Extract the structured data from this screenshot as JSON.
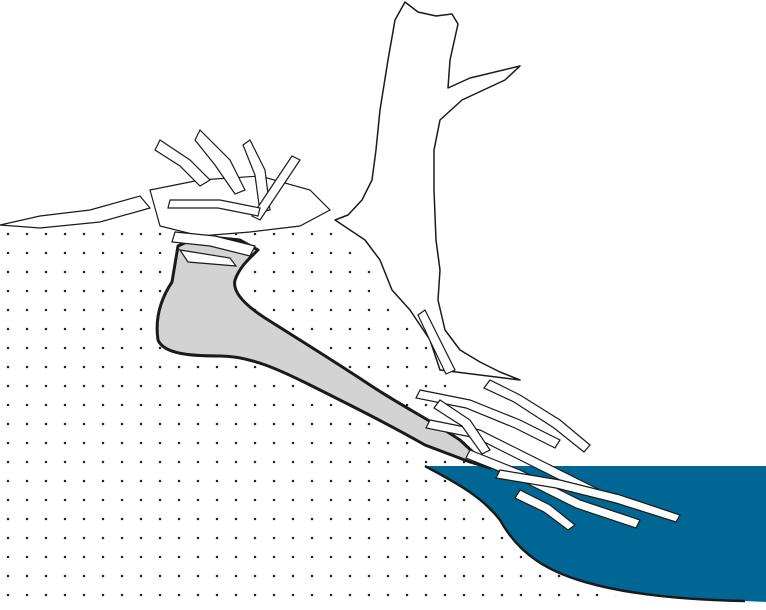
{
  "diagram": {
    "colors": {
      "background": "#ffffff",
      "water": "#006693",
      "tunnel": "#d3d3d3",
      "outline": "#1a1a1a",
      "soil_dots": "#222222"
    },
    "elements": [
      "soil-bank",
      "water",
      "burrow-tunnel",
      "tree-stump",
      "stick-lodge-top",
      "stick-pile-underwater"
    ]
  }
}
